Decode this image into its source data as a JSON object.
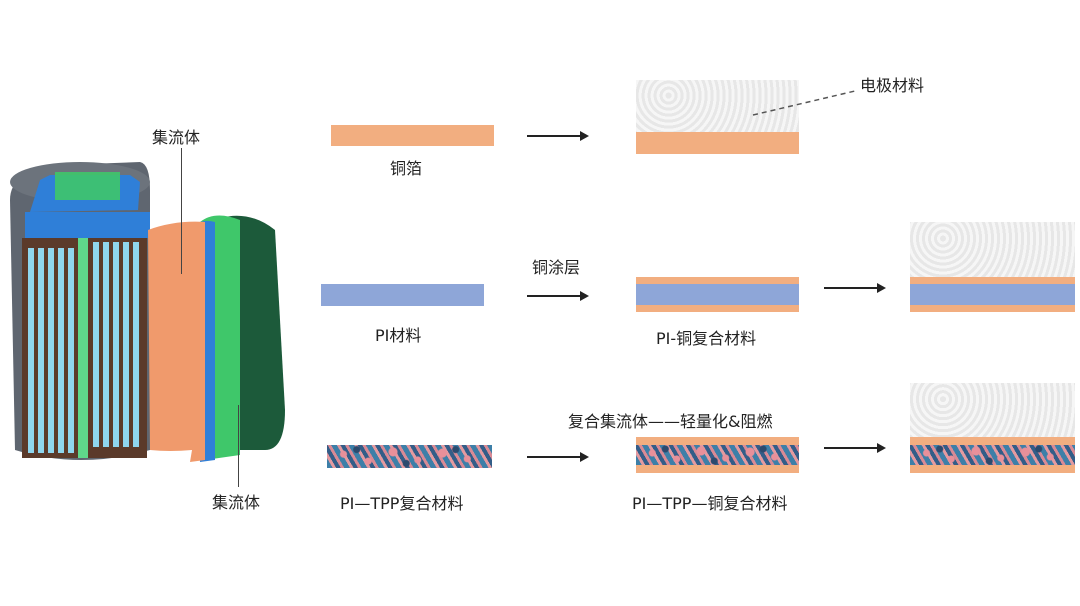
{
  "battery": {
    "label_top": "集流体",
    "label_bottom": "集流体",
    "colors": {
      "casing": "#5f6670",
      "copper_sheet": "#f09a6c",
      "blue_layer": "#2f7fd8",
      "green_layer": "#3fc76a",
      "dark_green_layer": "#1c5a3a",
      "electrode_rods": "#8fd6ee"
    }
  },
  "row1": {
    "input_label": "铜箔",
    "output_annotation": "电极材料"
  },
  "row2": {
    "input_label": "PI材料",
    "arrow_label": "铜涂层",
    "middle_label": "PI-铜复合材料"
  },
  "row3": {
    "input_label": "PI—TPP复合材料",
    "header": "复合集流体——轻量化&阻燃",
    "middle_label": "PI—TPP—铜复合材料"
  },
  "colors": {
    "copper": "#f2ae80",
    "pi": "#8ea6d8",
    "electrode": "#e8e8e8",
    "tpp_pink": "#e8909a",
    "tpp_blue": "#3d7fa8"
  }
}
